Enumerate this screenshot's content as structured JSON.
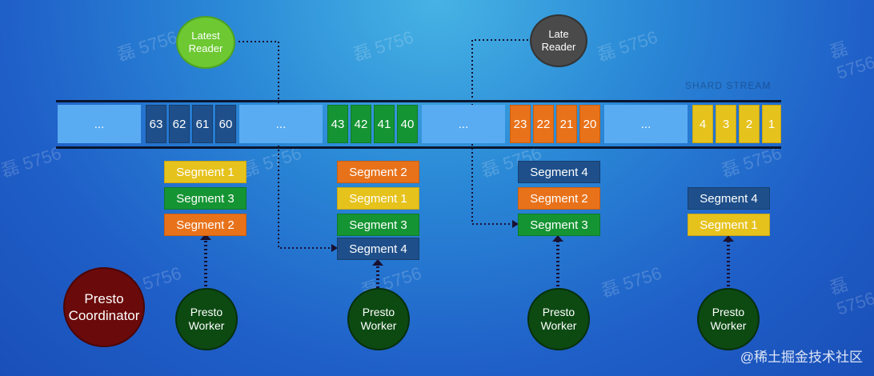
{
  "readers": {
    "latest": "Latest\nReader",
    "late": "Late\nReader"
  },
  "buffer": {
    "label": "SHARD STREAM",
    "gap": "...",
    "groups": {
      "navy": [
        "63",
        "62",
        "61",
        "60"
      ],
      "green": [
        "43",
        "42",
        "41",
        "40"
      ],
      "orange": [
        "23",
        "22",
        "21",
        "20"
      ],
      "yellow": [
        "4",
        "3",
        "2",
        "1"
      ]
    }
  },
  "worker_segments": [
    [
      "Segment 1",
      "Segment 3",
      "Segment 2"
    ],
    [
      "Segment 2",
      "Segment 1",
      "Segment 3",
      "Segment 4"
    ],
    [
      "Segment 4",
      "Segment 2",
      "Segment 3"
    ],
    [
      "Segment 4",
      "Segment 1"
    ]
  ],
  "coordinator": "Presto\nCoordinator",
  "worker_label": "Presto\nWorker",
  "watermark": "磊 5756",
  "footer": "@稀土掘金技术社区",
  "colors": {
    "navy": "#1e4f8a",
    "green": "#159433",
    "orange": "#e8721a",
    "yellow": "#e6c21c",
    "gap": "#5aacf2",
    "worker": "#0c4a12",
    "coordinator": "#6b0a0a",
    "latest_reader": "#6dc832",
    "late_reader": "#4a4a4a"
  }
}
